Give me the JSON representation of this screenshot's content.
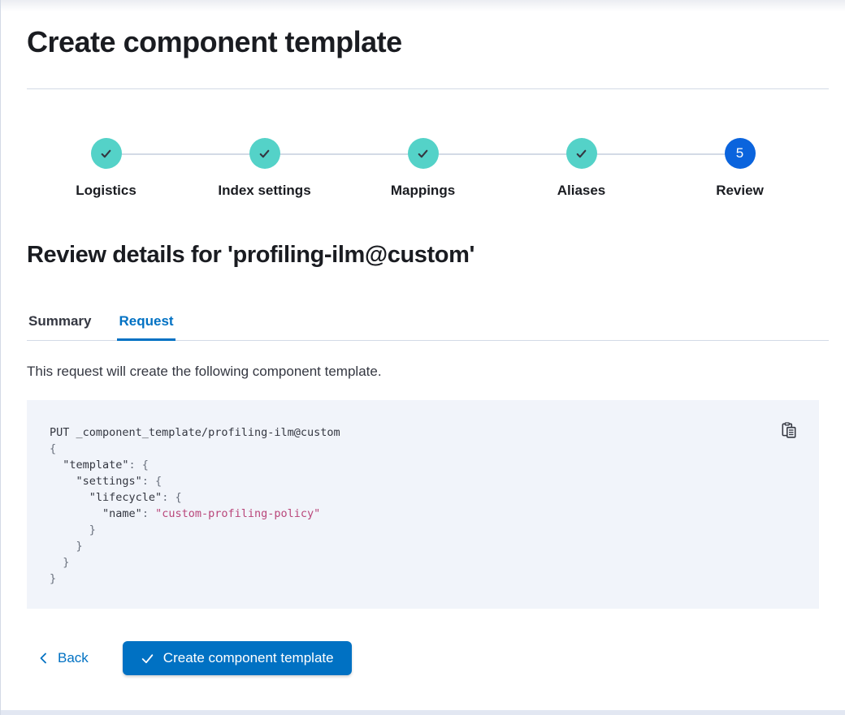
{
  "header": {
    "title": "Create component template"
  },
  "stepper": {
    "steps": [
      {
        "label": "Logistics",
        "status": "complete",
        "icon": "check-icon"
      },
      {
        "label": "Index settings",
        "status": "complete",
        "icon": "check-icon"
      },
      {
        "label": "Mappings",
        "status": "complete",
        "icon": "check-icon"
      },
      {
        "label": "Aliases",
        "status": "complete",
        "icon": "check-icon"
      },
      {
        "label": "Review",
        "status": "current",
        "number": "5"
      }
    ]
  },
  "review": {
    "heading": "Review details for 'profiling-ilm@custom'",
    "tabs": [
      {
        "label": "Summary",
        "active": false
      },
      {
        "label": "Request",
        "active": true
      }
    ],
    "description": "This request will create the following component template."
  },
  "code_block": {
    "copy_icon": "copy-clipboard-icon",
    "lines": [
      [
        [
          "plain",
          "PUT _component_template/profiling-ilm@custom"
        ]
      ],
      [
        [
          "punc",
          "{"
        ]
      ],
      [
        [
          "plain",
          "  "
        ],
        [
          "key",
          "\"template\""
        ],
        [
          "punc",
          ": {"
        ]
      ],
      [
        [
          "plain",
          "    "
        ],
        [
          "key",
          "\"settings\""
        ],
        [
          "punc",
          ": {"
        ]
      ],
      [
        [
          "plain",
          "      "
        ],
        [
          "key",
          "\"lifecycle\""
        ],
        [
          "punc",
          ": {"
        ]
      ],
      [
        [
          "plain",
          "        "
        ],
        [
          "key",
          "\"name\""
        ],
        [
          "punc",
          ": "
        ],
        [
          "string",
          "\"custom-profiling-policy\""
        ]
      ],
      [
        [
          "punc",
          "      }"
        ]
      ],
      [
        [
          "punc",
          "    }"
        ]
      ],
      [
        [
          "punc",
          "  }"
        ]
      ],
      [
        [
          "punc",
          "}"
        ]
      ]
    ]
  },
  "footer": {
    "back_label": "Back",
    "back_icon": "chevron-left-icon",
    "submit_label": "Create component template",
    "submit_icon": "check-icon"
  },
  "colors": {
    "primary_blue": "#0071c3",
    "step_current_blue": "#0b64dd",
    "step_complete_teal": "#54d2c8",
    "code_string_pink": "#b9467a",
    "code_background": "#f1f4fa",
    "divider_gray": "#d3dae6",
    "text_dark": "#343741"
  }
}
